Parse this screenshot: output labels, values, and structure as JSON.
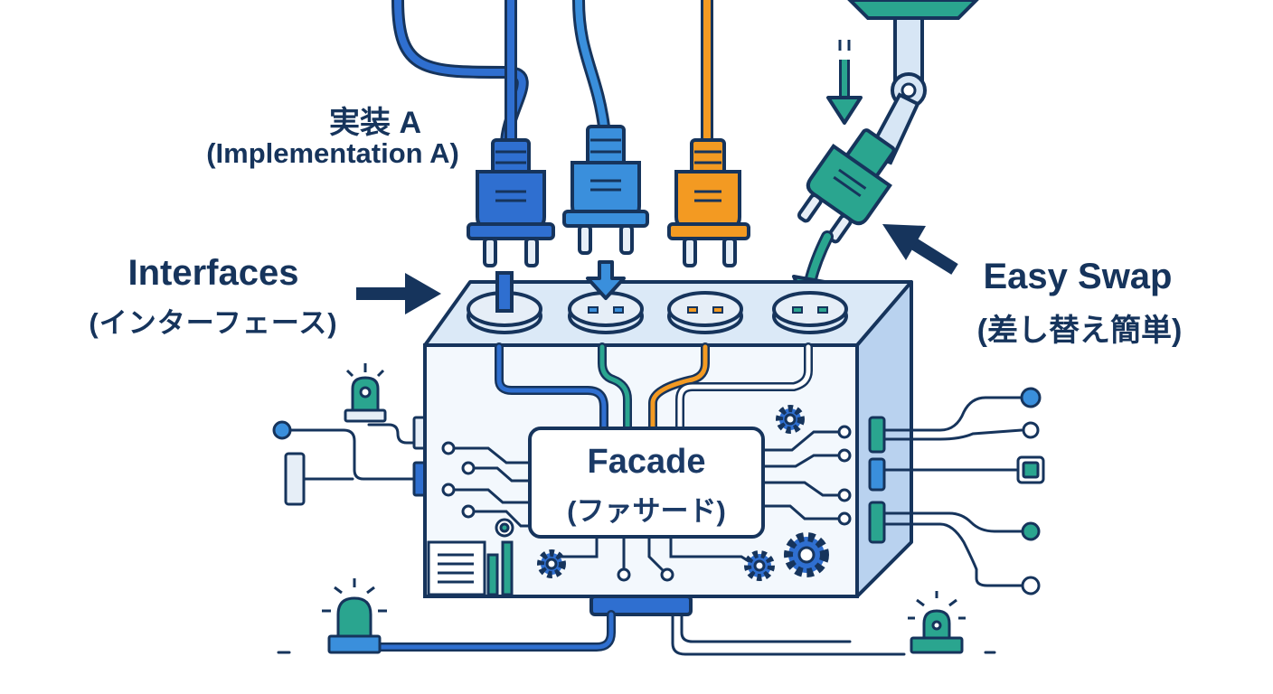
{
  "labels": {
    "impl_a_jp": "実装 A",
    "impl_a_en": "(Implementation A)",
    "interfaces_en": "Interfaces",
    "interfaces_jp": "(インターフェース)",
    "easy_swap_en": "Easy Swap",
    "easy_swap_jp": "(差し替え簡単)",
    "facade_en": "Facade",
    "facade_jp": "(ファサード)"
  },
  "plugs": [
    {
      "name": "plug-blue-dark",
      "color": "#2f6fd0"
    },
    {
      "name": "plug-blue-light",
      "color": "#3a8fdc"
    },
    {
      "name": "plug-orange",
      "color": "#f39a22"
    },
    {
      "name": "plug-teal",
      "color": "#2aa58f"
    }
  ],
  "colors": {
    "outline": "#16345c",
    "blue": "#2f6fd0",
    "light_blue": "#3a8fdc",
    "orange": "#f39a22",
    "teal": "#2aa58f",
    "box_face": "#f3f8fd",
    "box_top": "#dbe9f7",
    "box_side": "#b9d2ef"
  }
}
